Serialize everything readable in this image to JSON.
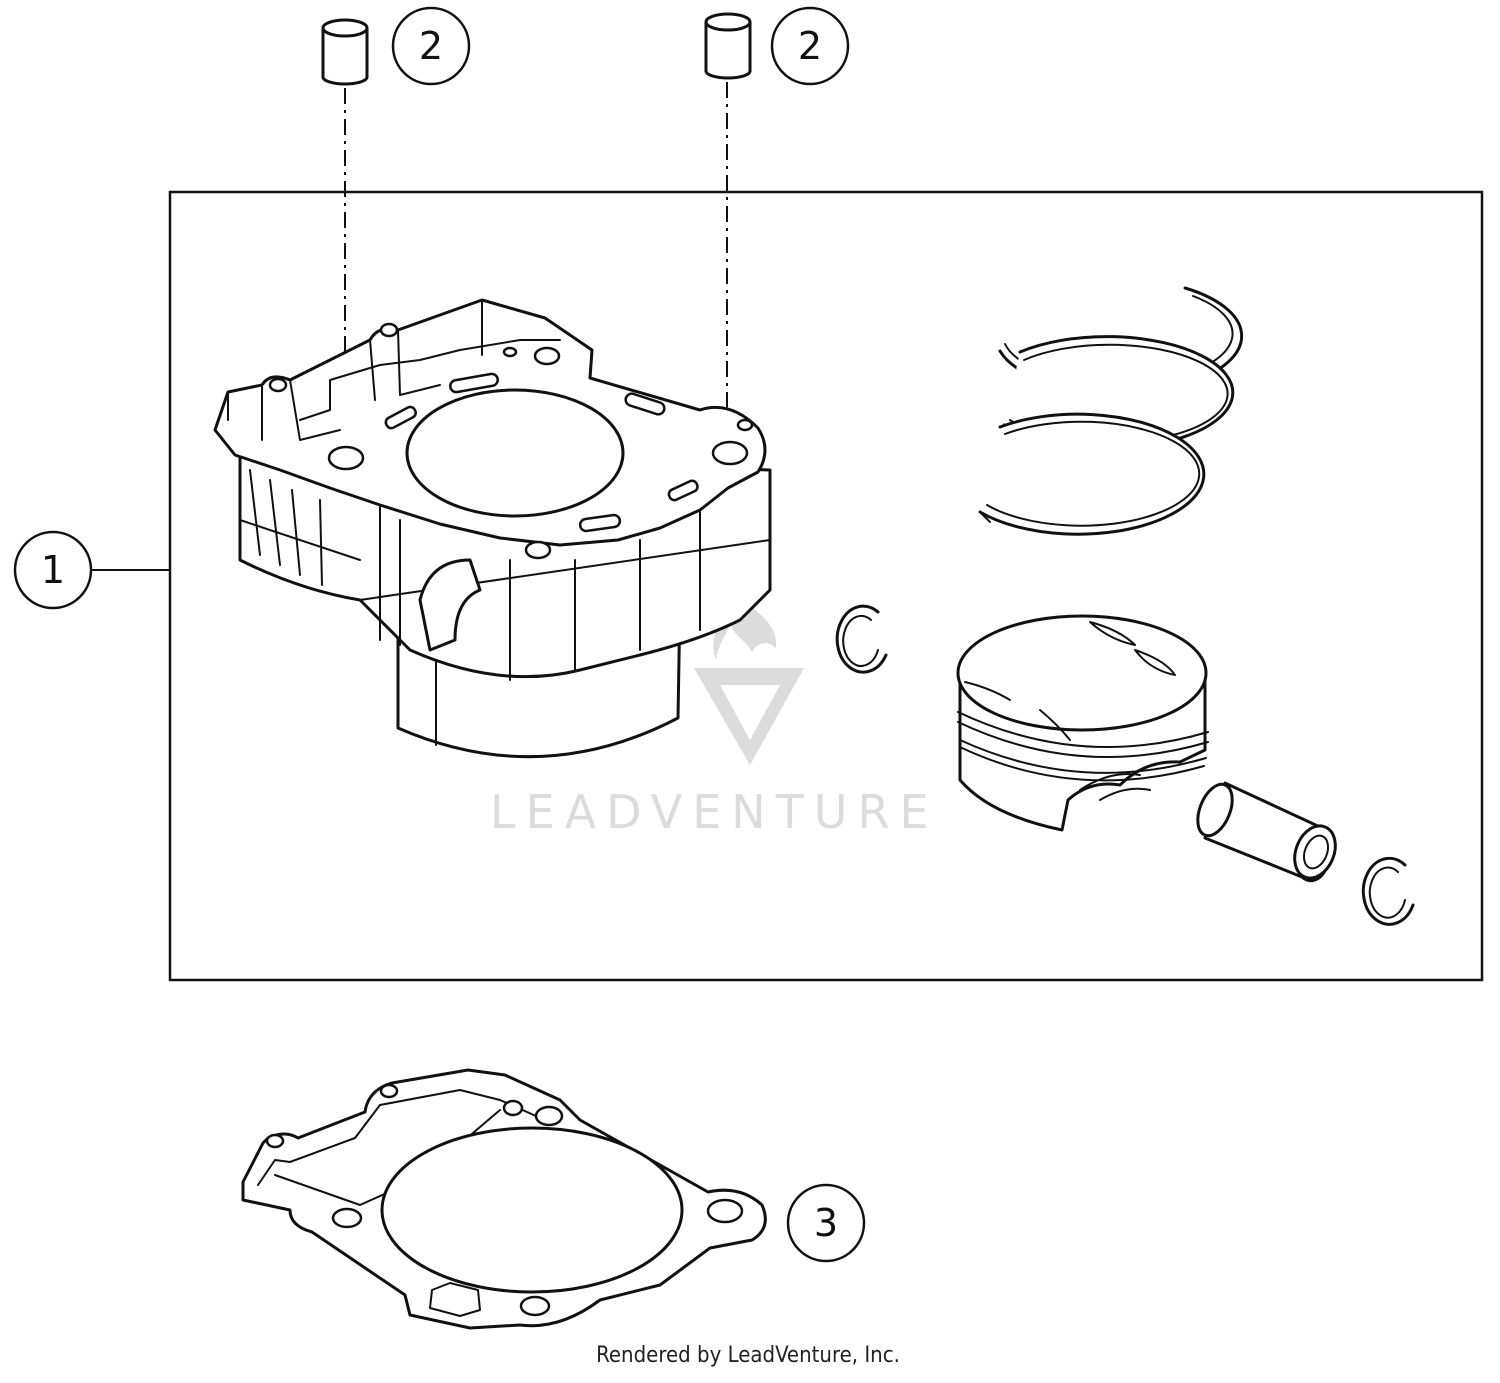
{
  "callouts": {
    "cylinder_kit": "1",
    "dowel_left": "2",
    "dowel_right": "2",
    "base_gasket": "3"
  },
  "watermark": "LEADVENTURE",
  "credit": "Rendered by LeadVenture, Inc.",
  "colors": {
    "line": "#111111",
    "watermark": "#dcdcdc",
    "background": "#ffffff"
  }
}
